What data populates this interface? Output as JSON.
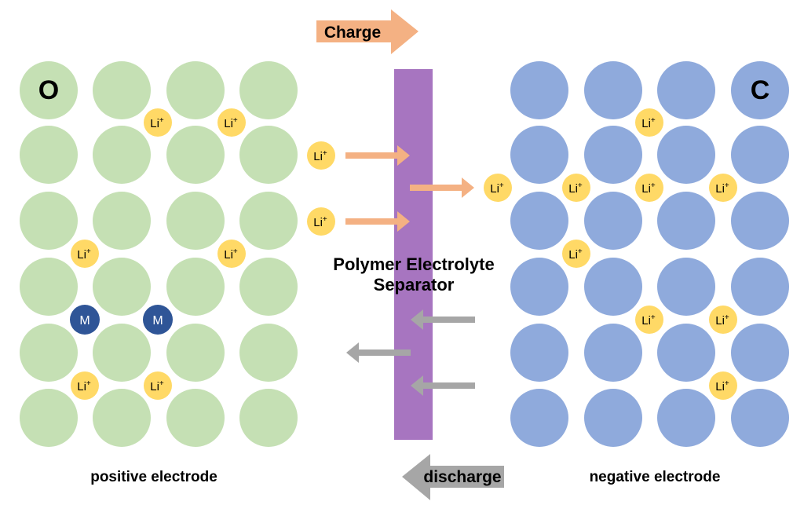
{
  "diagram": {
    "charge_label": "Charge",
    "discharge_label": "discharge",
    "separator_label_line1": "Polymer Electrolyte",
    "separator_label_line2": "Separator",
    "positive_electrode_label": "positive electrode",
    "negative_electrode_label": "negative electrode",
    "positive_atom_symbol": "O",
    "negative_atom_symbol": "C",
    "metal_ion_symbol": "M",
    "lithium_ion_symbol": "Li",
    "lithium_ion_charge": "+"
  },
  "colors": {
    "positive_atom": "#c5e0b4",
    "negative_atom": "#8faadc",
    "lithium_ion": "#ffd966",
    "metal_ion": "#2f5597",
    "separator": "#a775c0",
    "charge_arrow": "#f4b183",
    "discharge_arrow": "#a6a6a6"
  }
}
